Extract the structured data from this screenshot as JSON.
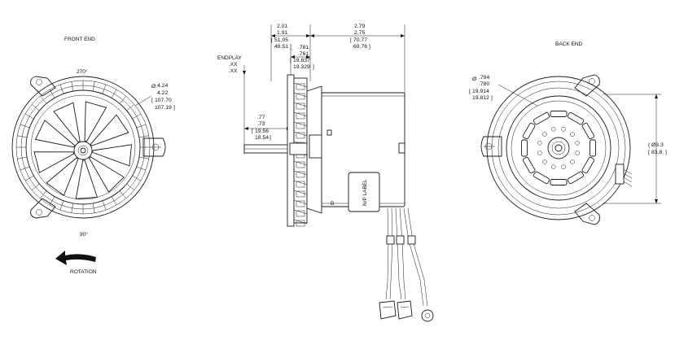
{
  "front_view": {
    "title": "FRONT END",
    "angle_top": "270°",
    "angle_bottom": "90°",
    "rotation_label": "ROTATION",
    "dia_upper": "4.24",
    "dia_lower": "4.22",
    "dia_mm_upper": "107.70",
    "dia_mm_lower": "107.19"
  },
  "side_view": {
    "endplay_title": "ENDPLAY",
    "endplay_v1": ".XX",
    "endplay_v2": ".XX",
    "dim_a_upper": "2.01",
    "dim_a_lower": "1.91",
    "dim_a_mm_upper": "51.05",
    "dim_a_mm_lower": "48.51",
    "dim_b_upper": ".781",
    "dim_b_lower": ".761",
    "dim_b_mm_upper": "19.837",
    "dim_b_mm_lower": "19.329",
    "dim_c_upper": "2.79",
    "dim_c_lower": "2.75",
    "dim_c_mm_upper": "70.77",
    "dim_c_mm_lower": "69.76",
    "dim_d_upper": ".77",
    "dim_d_lower": ".73",
    "dim_d_mm_upper": "19.56",
    "dim_d_mm_lower": "18.54",
    "np_label": "N/P LABEL",
    "mark_b": "B"
  },
  "back_view": {
    "title": "BACK END",
    "dim_e_upper": ".784",
    "dim_e_lower": ".780",
    "dim_e_mm_upper": "19.914",
    "dim_e_mm_lower": "19.812",
    "dim_f": "Ø3.3",
    "dim_f_mm": "83.8"
  }
}
